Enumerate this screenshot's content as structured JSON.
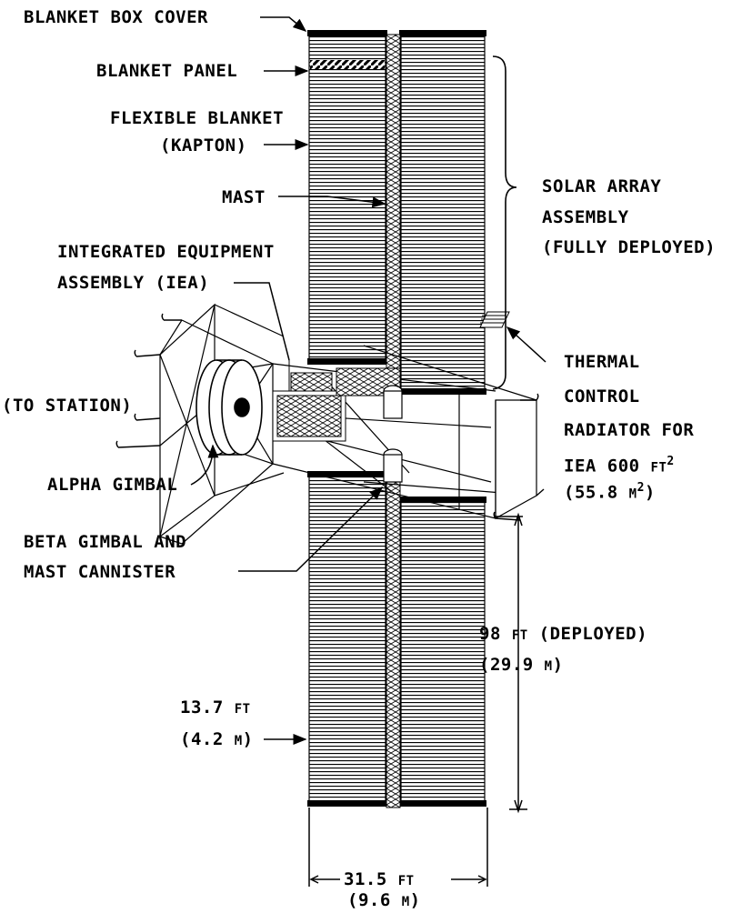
{
  "labels": {
    "blanket_box_cover": "BLANKET BOX COVER",
    "blanket_panel": "BLANKET PANEL",
    "flexible_blanket_1": "FLEXIBLE BLANKET",
    "flexible_blanket_2": "(KAPTON)",
    "mast": "MAST",
    "iea_1": "INTEGRATED EQUIPMENT",
    "iea_2": "ASSEMBLY (IEA)",
    "to_station": "(TO STATION)",
    "alpha_gimbal": "ALPHA GIMBAL",
    "beta_gimbal_1": "BETA GIMBAL AND",
    "beta_gimbal_2": "MAST CANNISTER",
    "solar_array_1": "SOLAR ARRAY",
    "solar_array_2": "ASSEMBLY",
    "solar_array_3": "(FULLY DEPLOYED)",
    "thermal_1": "THERMAL",
    "thermal_2": "CONTROL",
    "thermal_3": "RADIATOR FOR",
    "thermal_4_num": "IEA 600",
    "thermal_4_unit": "FT",
    "thermal_4_exp": "2",
    "thermal_5_open": "(55.8",
    "thermal_5_unit": "M",
    "thermal_5_exp": "2",
    "thermal_5_close": ")",
    "length_ft_num": "98",
    "length_ft_unit": "FT",
    "length_ft_tail": "(DEPLOYED)",
    "length_m_num": "(29.9",
    "length_m_unit": "M",
    "length_m_close": ")",
    "width_ft_num": "13.7",
    "width_ft_unit": "FT",
    "width_m_num": "(4.2",
    "width_m_unit": "M",
    "width_m_close": ")",
    "total_ft_num": "31.5",
    "total_ft_unit": "FT",
    "total_m_num": "(9.6",
    "total_m_unit": "M",
    "total_m_close": ")"
  }
}
